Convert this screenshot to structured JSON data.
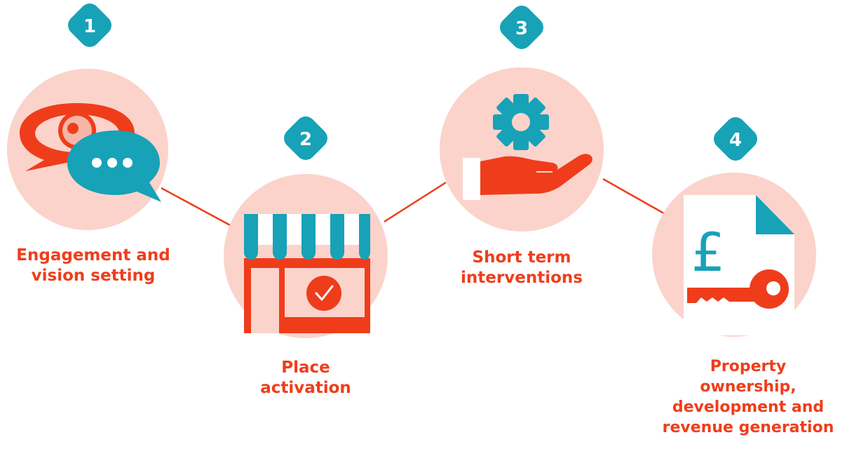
{
  "steps": [
    {
      "number": "1",
      "label_lines": [
        "Engagement and",
        "vision setting"
      ],
      "icon": "eye-speech-bubble-icon"
    },
    {
      "number": "2",
      "label_lines": [
        "Place",
        "activation"
      ],
      "icon": "shopfront-icon"
    },
    {
      "number": "3",
      "label_lines": [
        "Short term",
        "interventions"
      ],
      "icon": "gear-hand-icon"
    },
    {
      "number": "4",
      "label_lines": [
        "Property",
        "ownership,",
        "development and",
        "revenue generation"
      ],
      "icon": "pound-document-key-icon"
    }
  ],
  "colors": {
    "accent_red": "#ef3d1b",
    "teal": "#17a2b8",
    "circle_pink": "#fbd3cb",
    "light_pink": "#f7b5a8",
    "white": "#ffffff"
  }
}
